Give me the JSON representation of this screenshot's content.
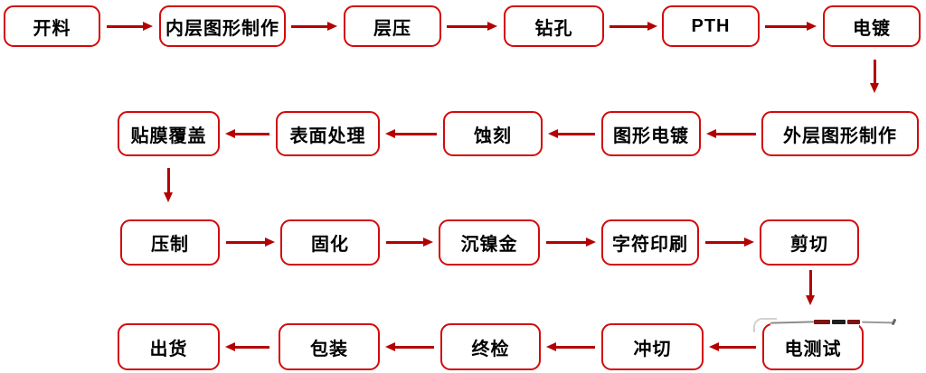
{
  "diagram": {
    "type": "flowchart",
    "subject": "PCB manufacturing process flow",
    "colors": {
      "background": "#ffffff",
      "box_border": "#d20a0a",
      "arrow": "#b40000",
      "text": "#000000"
    },
    "rows": [
      {
        "direction": "left-to-right",
        "boxes": [
          "开料",
          "内层图形制作",
          "层压",
          "钻孔",
          "PTH",
          "电镀"
        ]
      },
      {
        "direction": "right-to-left",
        "boxes": [
          "外层图形制作",
          "图形电镀",
          "蚀刻",
          "表面处理",
          "贴膜覆盖"
        ]
      },
      {
        "direction": "left-to-right",
        "boxes": [
          "压制",
          "固化",
          "沉镍金",
          "字符印刷",
          "剪切"
        ]
      },
      {
        "direction": "right-to-left",
        "boxes": [
          "电测试",
          "冲切",
          "终检",
          "包装",
          "出货"
        ]
      }
    ],
    "row_connectors": [
      {
        "from": "电镀",
        "to": "外层图形制作",
        "direction": "down"
      },
      {
        "from": "贴膜覆盖",
        "to": "压制",
        "direction": "down"
      },
      {
        "from": "剪切",
        "to": "电测试",
        "direction": "down"
      }
    ]
  }
}
